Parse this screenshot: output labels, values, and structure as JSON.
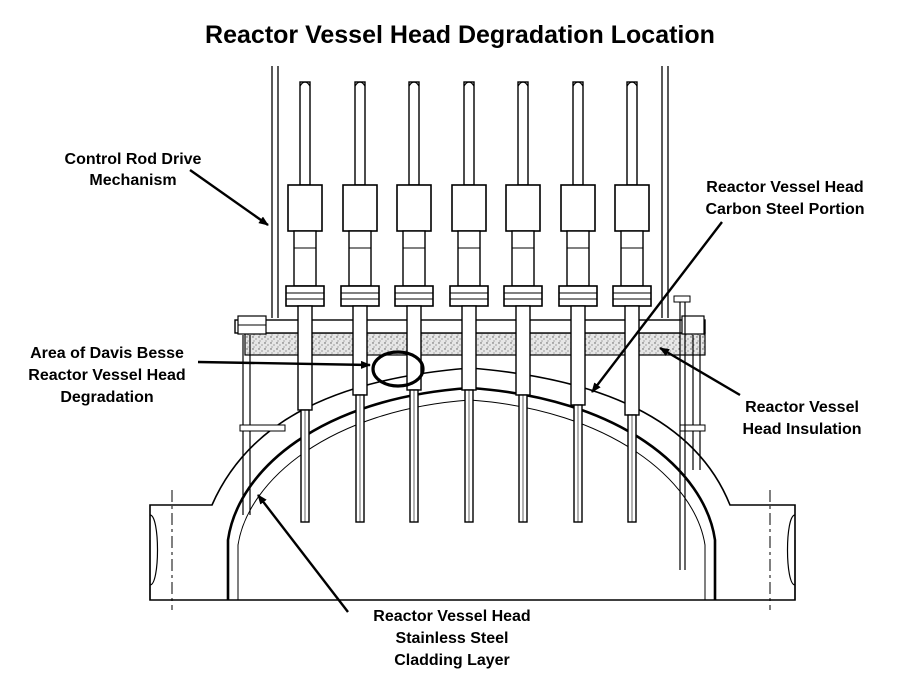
{
  "title": "Reactor Vessel Head Degradation Location",
  "labels": {
    "crdm": [
      "Control Rod Drive",
      "Mechanism"
    ],
    "carbon_steel": [
      "Reactor Vessel Head",
      "Carbon Steel Portion"
    ],
    "degradation": [
      "Area of Davis Besse",
      "Reactor Vessel Head",
      "Degradation"
    ],
    "insulation": [
      "Reactor Vessel",
      "Head Insulation"
    ],
    "cladding": [
      "Reactor Vessel Head",
      "Stainless Steel",
      "Cladding Layer"
    ]
  },
  "colors": {
    "line": "#000000",
    "background": "#ffffff",
    "insulation_fill": "#d9d9d9"
  }
}
